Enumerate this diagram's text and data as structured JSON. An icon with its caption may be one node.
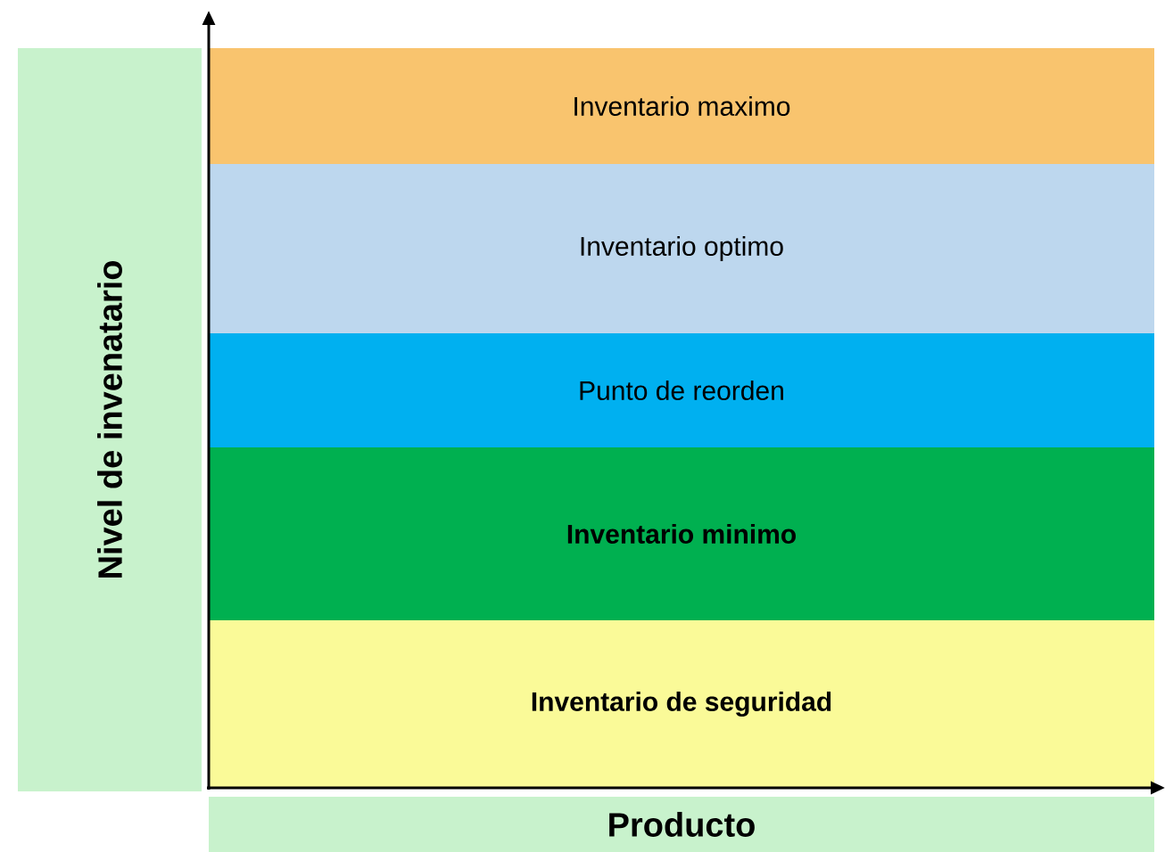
{
  "diagram": {
    "nodes": [
      {
        "text": [
          "Inventario maximo"
        ]
      },
      {
        "text": [
          "Inventario optimo"
        ]
      },
      {
        "text": [
          "Punto de reorden"
        ]
      },
      {
        "text": [
          "Inventario minimo"
        ]
      },
      {
        "text": [
          "Inventario de seguridad"
        ]
      },
      {
        "text": [
          "Nivel de invenatario"
        ]
      },
      {
        "text": [
          "Producto"
        ]
      }
    ]
  }
}
